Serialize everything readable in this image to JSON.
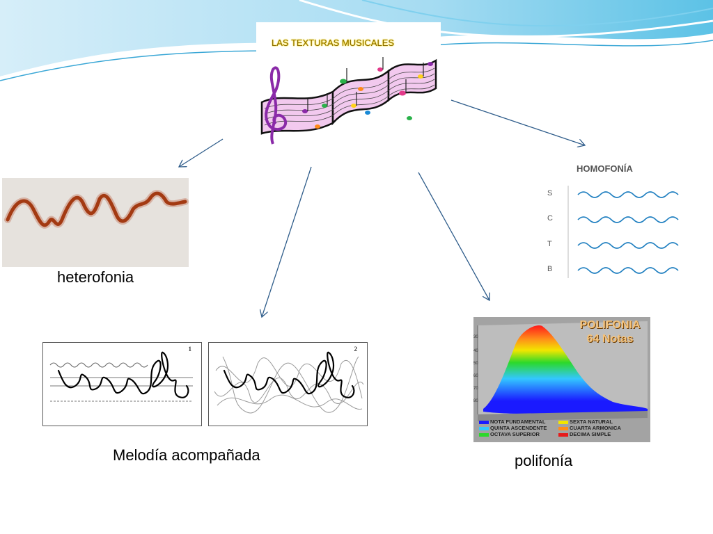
{
  "slide": {
    "center_image": {
      "title": "LAS TEXTURAS MUSICALES",
      "icon": "music-staff-with-notes"
    },
    "captions": {
      "heterofonia": "heterofonia",
      "melodia": "Melodía acompañada",
      "polifonia": "polifonía"
    },
    "homofonia": {
      "title": "HOMOFONÍA",
      "voices": [
        "S",
        "C",
        "T",
        "B"
      ]
    },
    "polifonia_image": {
      "title_line1": "POLIFONIA",
      "title_line2": "64 Notas",
      "legend": [
        {
          "label": "NOTA FUNDAMENTAL",
          "color": "#1a1aff"
        },
        {
          "label": "QUINTA ASCENDENTE",
          "color": "#33c7ff"
        },
        {
          "label": "OCTAVA SUPERIOR",
          "color": "#2bd92b"
        },
        {
          "label": "SEXTA NATURAL",
          "color": "#f2e600"
        },
        {
          "label": "CUARTA ARMONICA",
          "color": "#ff8c1a"
        },
        {
          "label": "DECIMA SIMPLE",
          "color": "#e61a1a"
        }
      ]
    },
    "melodia_figures": {
      "fig1_label": "1",
      "fig2_label": "2"
    },
    "colors": {
      "arrow": "#2e5c8a",
      "wave_blue": "#1f7fc0",
      "heterofonia_line": "#a33a12"
    }
  }
}
